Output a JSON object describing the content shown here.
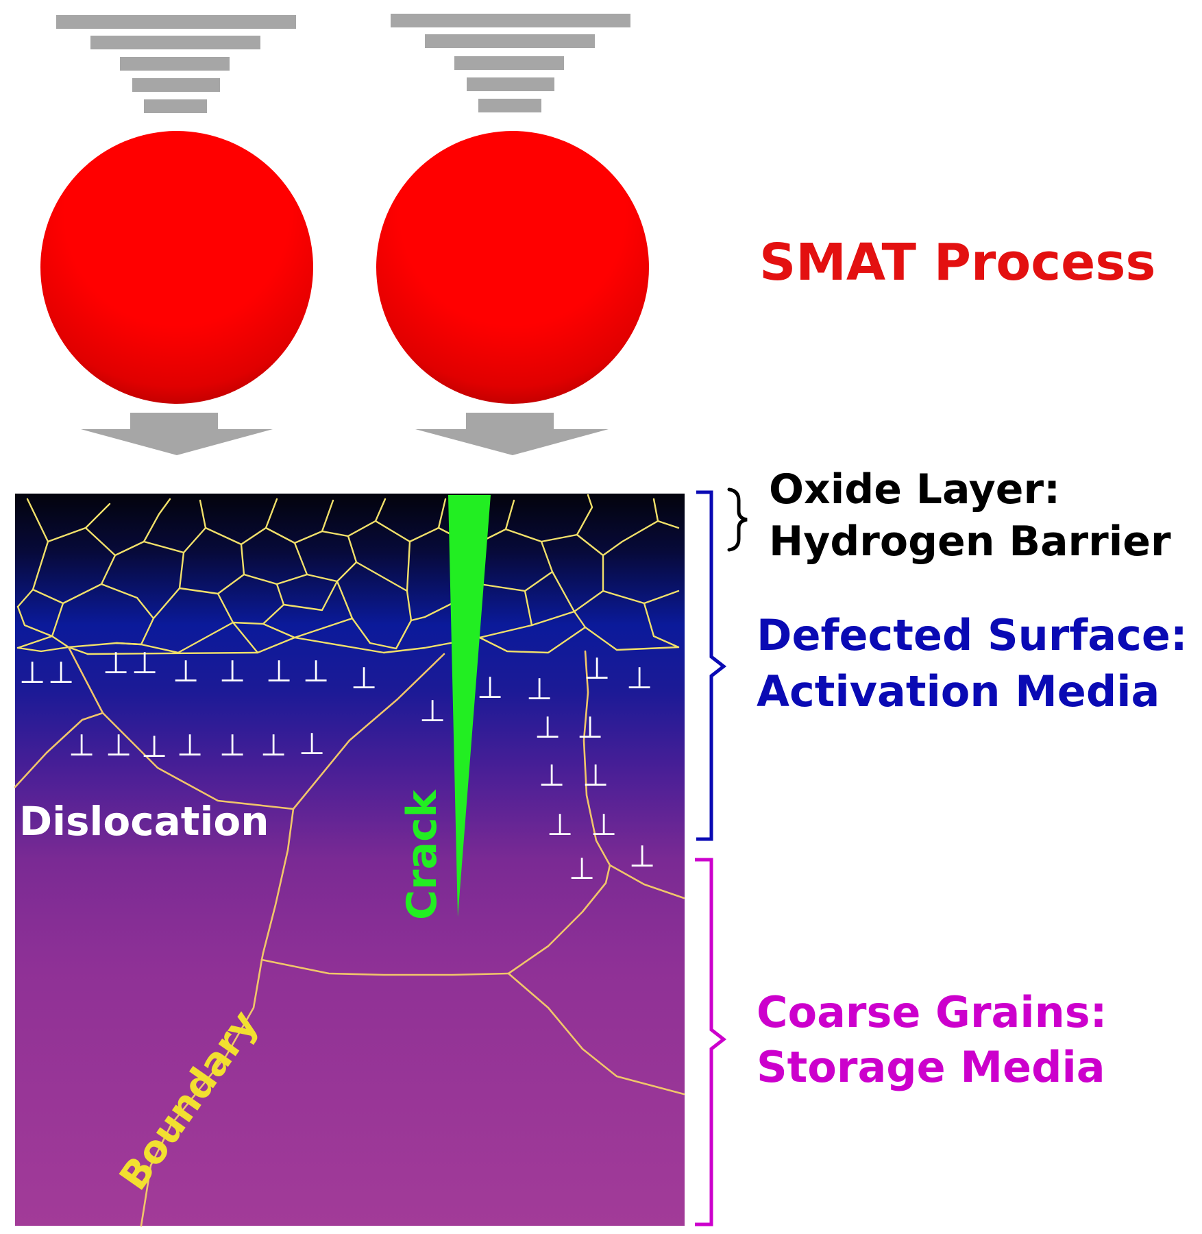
{
  "process_label": "SMAT Process",
  "labels": {
    "oxide_line1": "Oxide Layer:",
    "oxide_line2": "Hydrogen Barrier",
    "defected_line1": "Defected Surface:",
    "defected_line2": "Activation Media",
    "coarse_line1": "Coarse Grains:",
    "coarse_line2": "Storage Media",
    "dislocation": "Dislocation",
    "crack": "Crack",
    "boundary": "Boundary"
  },
  "dislocation_symbol": "⊥",
  "colors": {
    "ball": "#ff0000",
    "process_text": "#e31010",
    "oxide_text": "#000000",
    "defected_text": "#0a0ab4",
    "coarse_text": "#cc00cc",
    "crack": "#22ee22",
    "boundary_text": "#f2e030",
    "grain_lines": "#f1e06a",
    "speed_bars": "#a6a6a6"
  }
}
